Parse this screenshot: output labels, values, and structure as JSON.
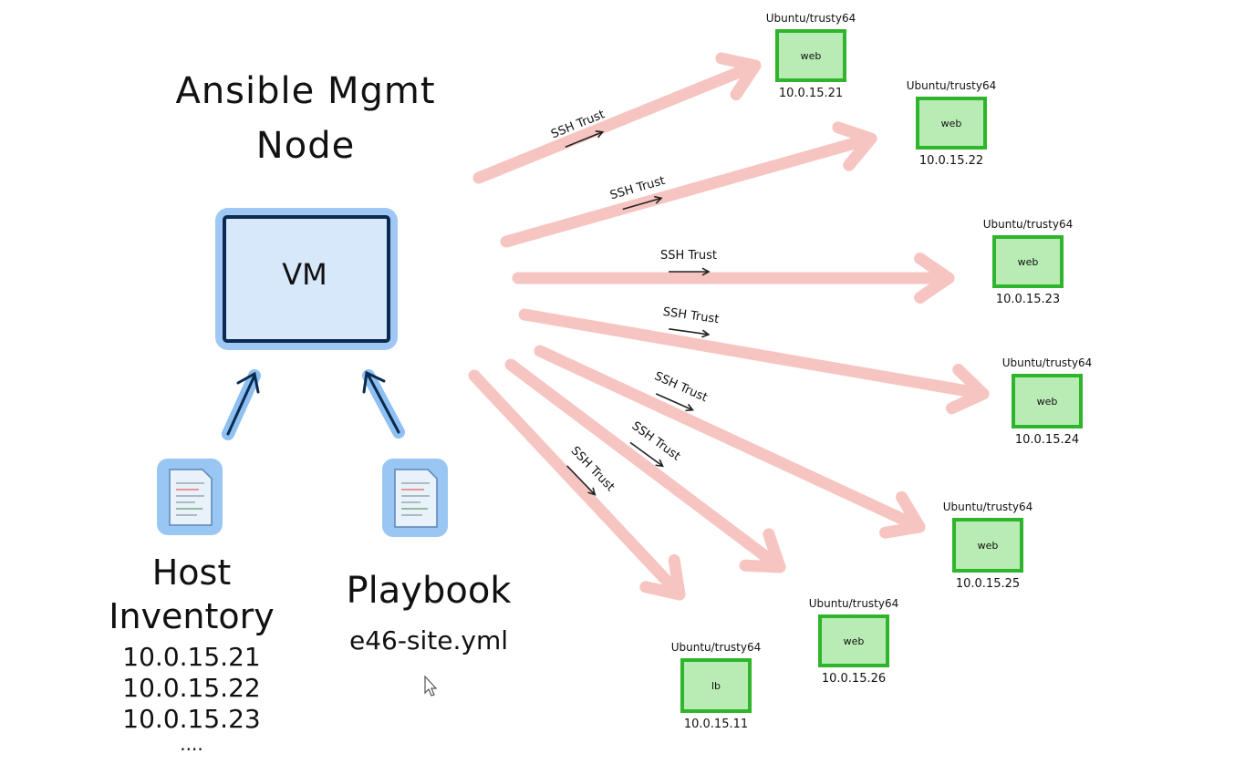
{
  "mgmt": {
    "title_line1": "Ansible Mgmt",
    "title_line2": "Node",
    "vm_label": "VM"
  },
  "inventory": {
    "title_line1": "Host",
    "title_line2": "Inventory",
    "ips": [
      "10.0.15.21",
      "10.0.15.22",
      "10.0.15.23",
      "...."
    ]
  },
  "playbook": {
    "title": "Playbook",
    "file": "e46-site.yml"
  },
  "connection_label": "SSH Trust",
  "nodes": [
    {
      "os": "Ubuntu/trusty64",
      "role": "web",
      "ip": "10.0.15.21"
    },
    {
      "os": "Ubuntu/trusty64",
      "role": "web",
      "ip": "10.0.15.22"
    },
    {
      "os": "Ubuntu/trusty64",
      "role": "web",
      "ip": "10.0.15.23"
    },
    {
      "os": "Ubuntu/trusty64",
      "role": "web",
      "ip": "10.0.15.24"
    },
    {
      "os": "Ubuntu/trusty64",
      "role": "web",
      "ip": "10.0.15.25"
    },
    {
      "os": "Ubuntu/trusty64",
      "role": "web",
      "ip": "10.0.15.26"
    },
    {
      "os": "Ubuntu/trusty64",
      "role": "lb",
      "ip": "10.0.15.11"
    }
  ],
  "colors": {
    "vm_fill": "#d7e8fb",
    "vm_glow": "#8ec0f2",
    "vm_border": "#0c2a4f",
    "node_fill": "#b8ecb4",
    "node_border": "#2fb52b",
    "connector": "#f7c5c1"
  }
}
